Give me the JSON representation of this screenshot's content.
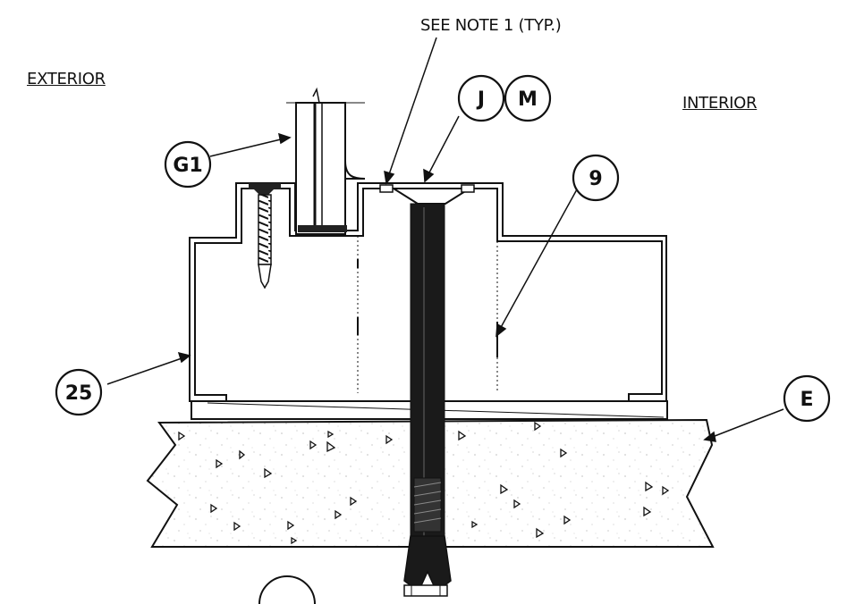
{
  "labels": {
    "exterior": "EXTERIOR",
    "interior": "INTERIOR",
    "note": "SEE NOTE 1 (TYP.)"
  },
  "callouts": {
    "g1": "G1",
    "j": "J",
    "m": "M",
    "nine": "9",
    "twenty_five": "25",
    "e": "E"
  },
  "colors": {
    "line": "#111111",
    "fill": "#ffffff",
    "dark": "#1a1a1a"
  }
}
